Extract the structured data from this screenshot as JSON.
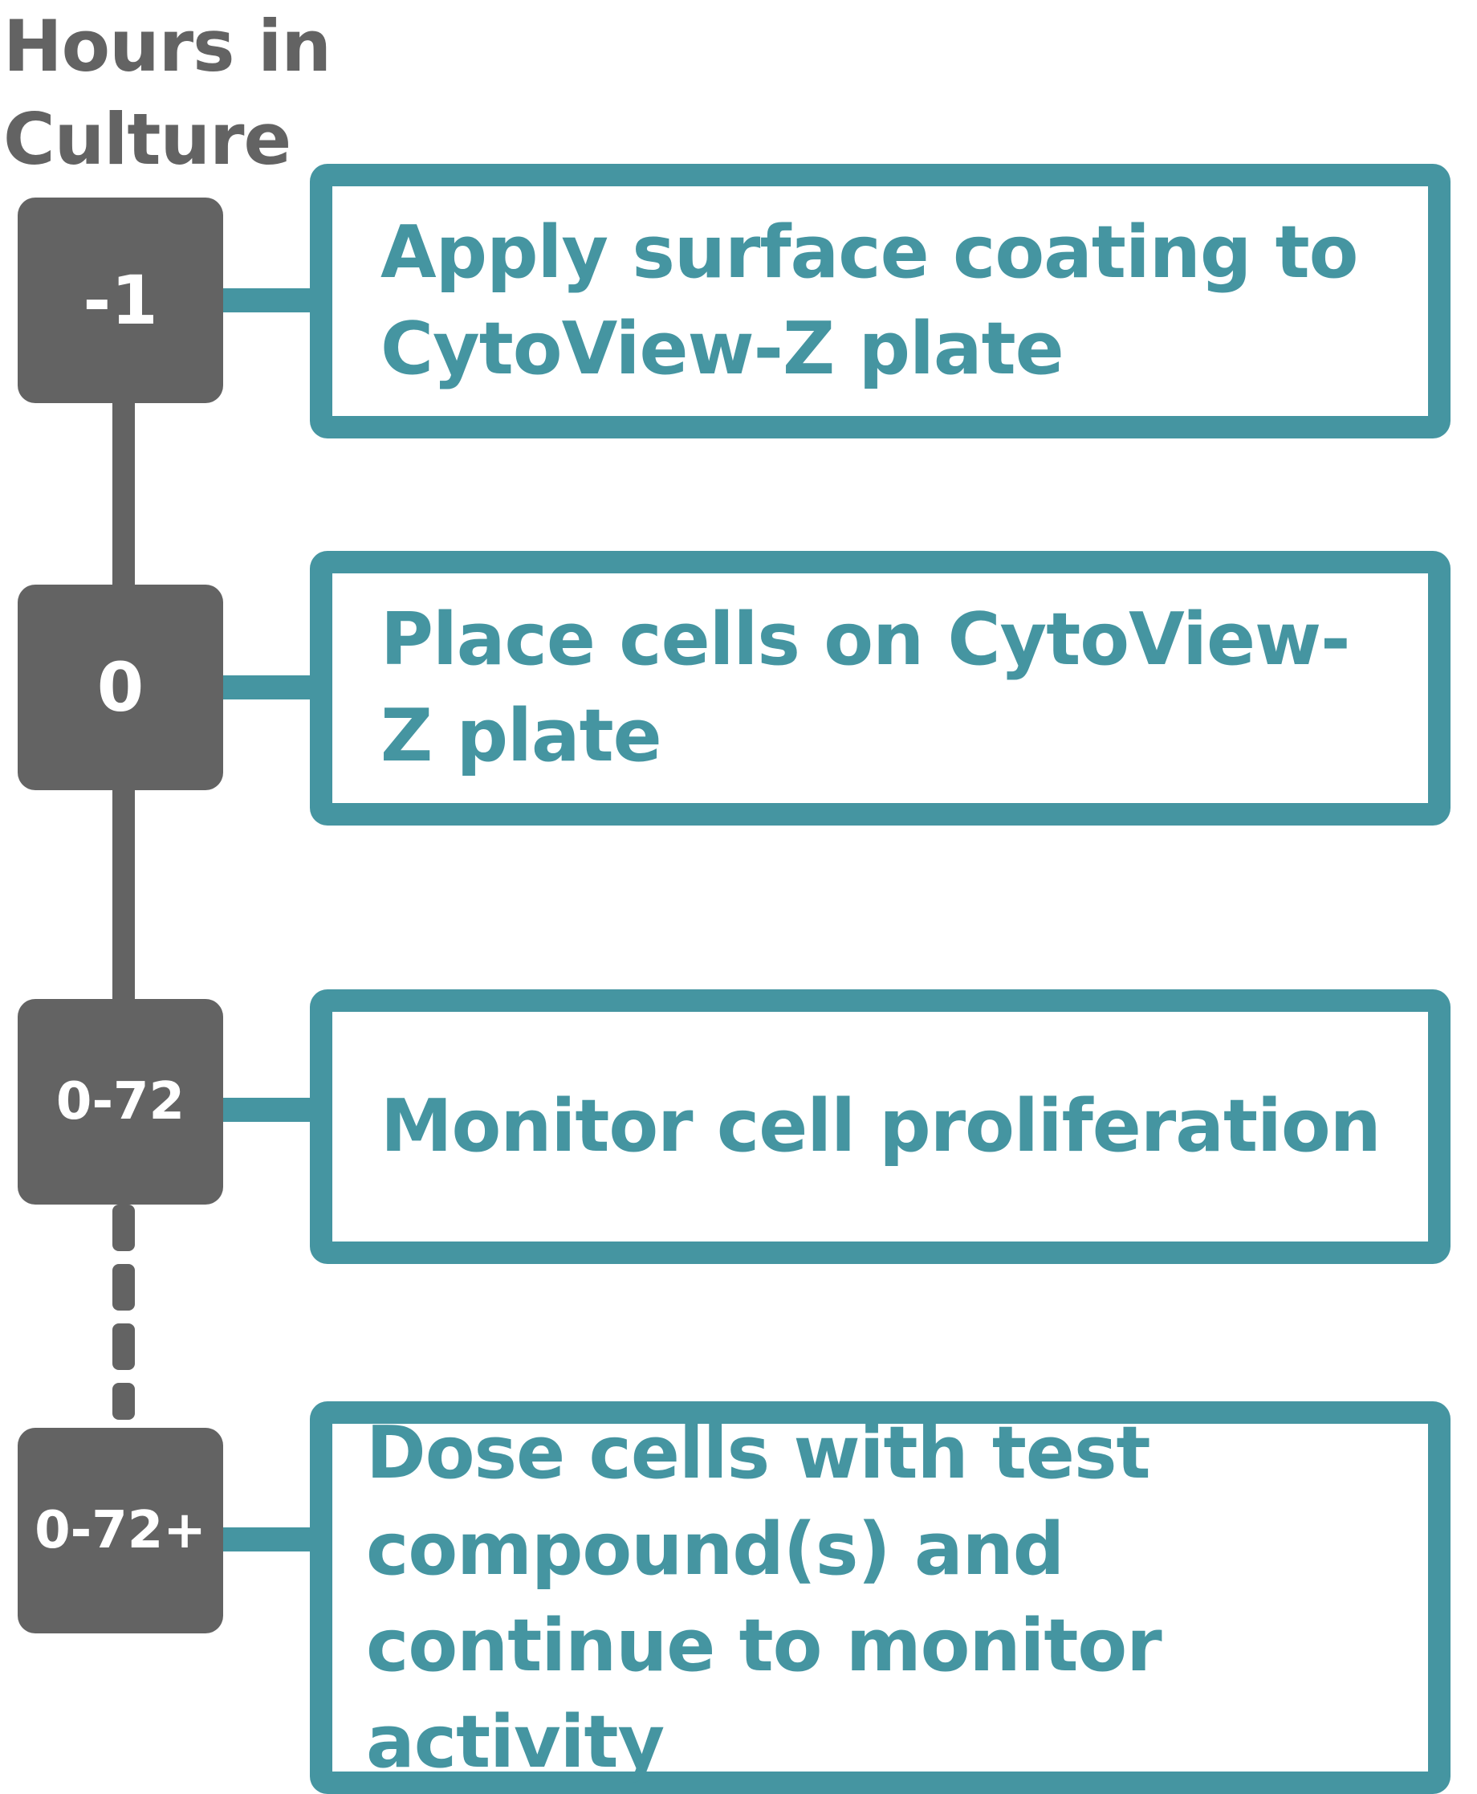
{
  "title": {
    "line1": "Hours in",
    "line2": "Culture"
  },
  "colors": {
    "timeline_gray": "#636363",
    "accent_teal": "#4595a1",
    "background": "#ffffff"
  },
  "steps": [
    {
      "hours": "-1",
      "description": "Apply surface coating to CytoView-Z plate"
    },
    {
      "hours": "0",
      "description": "Place cells on CytoView-Z plate"
    },
    {
      "hours": "0-72",
      "description": "Monitor cell proliferation"
    },
    {
      "hours": "0-72+",
      "description": "Dose cells with test compound(s) and continue to monitor activity"
    }
  ]
}
